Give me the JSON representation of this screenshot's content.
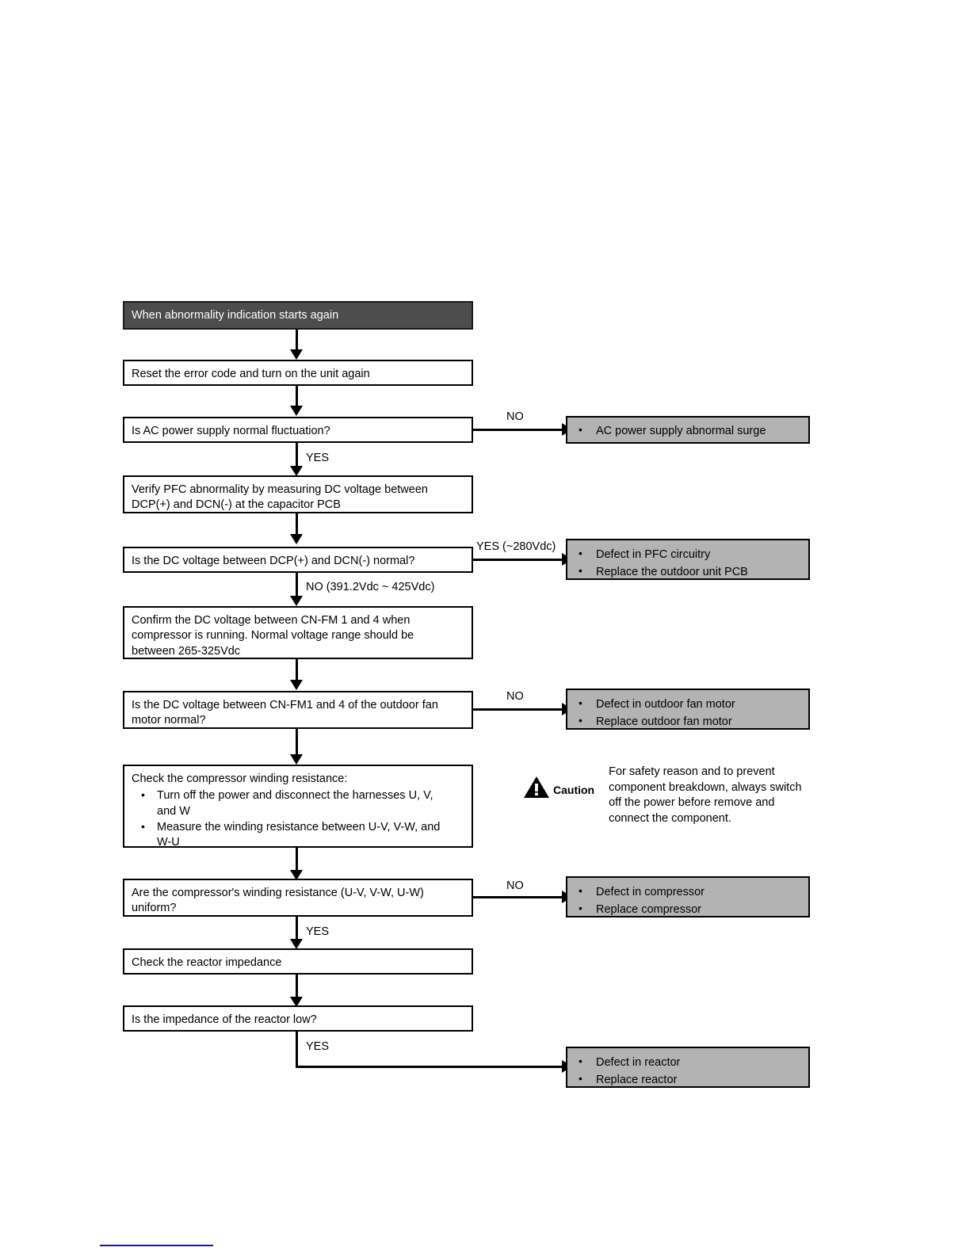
{
  "document": {
    "type": "troubleshooting-flowchart",
    "title": "When abnormality indication starts again"
  },
  "flow": {
    "start": {
      "label": "When abnormality indication starts again",
      "style": "dark"
    },
    "steps": [
      {
        "id": "reset",
        "kind": "process",
        "lines": [
          "Reset the error code and turn on the unit again"
        ]
      },
      {
        "id": "ac-power-check",
        "kind": "decision",
        "lines": [
          "Is AC power supply normal fluctuation?"
        ]
      },
      {
        "id": "verify-pfc",
        "kind": "process",
        "lines": [
          "Verify PFC abnormality by measuring DC voltage between",
          "DCP(+) and DCN(-) at the capacitor PCB"
        ]
      },
      {
        "id": "dc-voltage-check",
        "kind": "decision",
        "lines": [
          "Is the DC voltage between DCP(+) and DCN(-) normal?"
        ]
      },
      {
        "id": "confirm-cnfm",
        "kind": "process",
        "lines": [
          "Confirm the DC voltage between CN-FM 1 and 4 when",
          "compressor is running. Normal voltage range should be",
          "between 265-325Vdc"
        ]
      },
      {
        "id": "fan-motor-check",
        "kind": "decision",
        "lines": [
          "Is the DC voltage between CN-FM1 and 4 of the outdoor fan",
          "motor normal?"
        ]
      },
      {
        "id": "check-winding",
        "kind": "process",
        "heading": "Check the compressor winding resistance:",
        "bullets": [
          "Turn off the power and disconnect the harnesses U, V,\nand W",
          "Measure the winding resistance between U-V, V-W, and\nW-U"
        ]
      },
      {
        "id": "winding-uniform-check",
        "kind": "decision",
        "lines": [
          "Are the compressor's winding resistance (U-V, V-W, U-W)",
          "uniform?"
        ]
      },
      {
        "id": "check-reactor",
        "kind": "process",
        "lines": [
          "Check the reactor impedance"
        ]
      },
      {
        "id": "reactor-impedance-check",
        "kind": "decision",
        "lines": [
          "Is the impedance of the reactor low?"
        ]
      }
    ],
    "outcomes": [
      {
        "id": "ac-surge",
        "from": "ac-power-check",
        "branch": "NO",
        "bullets": [
          "AC power supply abnormal surge"
        ]
      },
      {
        "id": "pfc-defect",
        "from": "dc-voltage-check",
        "branch": "YES (~280Vdc)",
        "bullets": [
          "Defect in PFC circuitry",
          "Replace the outdoor unit PCB"
        ]
      },
      {
        "id": "fan-motor-defect",
        "from": "fan-motor-check",
        "branch": "NO",
        "bullets": [
          "Defect in outdoor fan motor",
          "Replace outdoor fan motor"
        ]
      },
      {
        "id": "compressor-defect",
        "from": "winding-uniform-check",
        "branch": "NO",
        "bullets": [
          "Defect in compressor",
          "Replace compressor"
        ]
      },
      {
        "id": "reactor-defect",
        "from": "reactor-impedance-check",
        "branch": "YES",
        "bullets": [
          "Defect in reactor",
          "Replace reactor"
        ]
      }
    ],
    "edge_labels": {
      "ac_no": "NO",
      "ac_yes": "YES",
      "dc_yes": "YES (~280Vdc)",
      "dc_no": "NO (391.2Vdc ~ 425Vdc)",
      "fan_no": "NO",
      "winding_no": "NO",
      "winding_yes": "YES",
      "reactor_yes": "YES"
    }
  },
  "caution": {
    "icon": "warning-triangle-icon",
    "word": "Caution",
    "lines": [
      "For safety reason and to prevent",
      "component breakdown, always switch",
      "off the power before remove and",
      "connect the component."
    ]
  },
  "colors": {
    "start_box_bg": "#4d4d4d",
    "start_box_text": "#ffffff",
    "process_box_bg": "#ffffff",
    "outcome_box_bg": "#b3b3b3",
    "stroke": "#000000",
    "footer_rule": "#1a1a8c"
  }
}
